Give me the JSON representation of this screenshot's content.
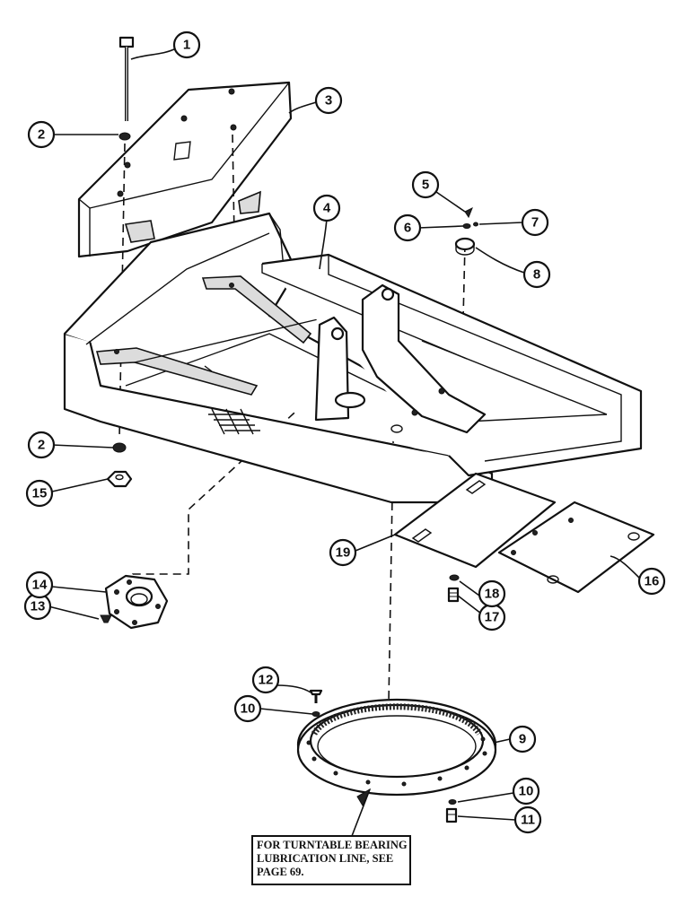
{
  "diagram": {
    "callouts": [
      "1",
      "2",
      "3",
      "4",
      "5",
      "6",
      "7",
      "8",
      "9",
      "10",
      "11",
      "12",
      "13",
      "14",
      "15",
      "16",
      "17",
      "18",
      "19",
      "2",
      "10"
    ],
    "note": {
      "lines": [
        "FOR TURNTABLE BEARING",
        "LUBRICATION LINE, SEE",
        "PAGE 69."
      ]
    }
  }
}
